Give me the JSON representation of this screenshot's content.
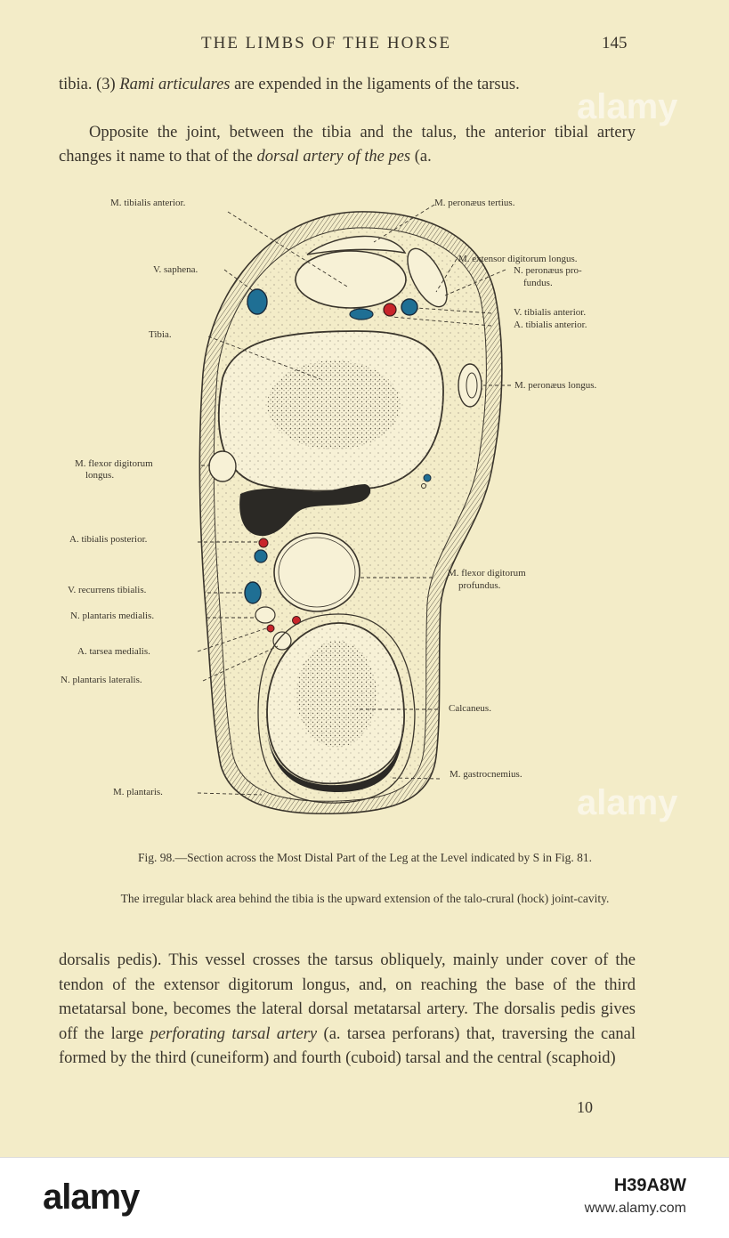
{
  "header": {
    "title": "THE LIMBS OF THE HORSE",
    "page_number": "145"
  },
  "paragraphs": {
    "p1_a": "tibia. (3) ",
    "p1_em": "Rami articulares",
    "p1_b": " are expended in the ligaments of the tarsus.",
    "p2_a": "Opposite the joint, between the tibia and the talus, the anterior tibial artery changes it name to that of the ",
    "p2_em": "dorsal artery of the pes",
    "p2_b": " (a.",
    "p3_a": "dorsalis pedis). This vessel crosses the tarsus obliquely, mainly under cover of the tendon of the extensor digitorum longus, and, on reaching the base of the third metatarsal bone, becomes the lateral dorsal metatarsal artery. The dorsalis pedis gives off the large ",
    "p3_em1": "perforating tarsal artery",
    "p3_b": " (a. tarsea perforans) that, traversing the canal formed by the third (cuneiform) and fourth (cuboid) tarsal and the central (scaphoid)"
  },
  "signature": "10",
  "figure": {
    "labels": {
      "tibialis_anterior_m": "M. tibialis anterior.",
      "peronaeus_tertius": "M. peronæus tertius.",
      "saphena": "V. saphena.",
      "ext_dig_longus": "M. extensor digitorum longus.",
      "n_peronaeus_1": "N. peronæus pro-",
      "n_peronaeus_2": "fundus.",
      "v_tib_ant": "V. tibialis anterior.",
      "a_tib_ant": "A. tibialis anterior.",
      "tibia": "Tibia.",
      "peronaeus_longus": "M. peronæus longus.",
      "flexor_longus_1": "M. flexor digitorum",
      "flexor_longus_2": "longus.",
      "a_tib_post": "A. tibialis posterior.",
      "flexor_prof_1": "M. flexor digitorum",
      "flexor_prof_2": "profundus.",
      "v_recurrens": "V. recurrens tibialis.",
      "n_plant_med": "N. plantaris medialis.",
      "a_tarsea_med": "A. tarsea medialis.",
      "n_plant_lat": "N. plantaris lateralis.",
      "calcaneus": "Calcaneus.",
      "gastrocnemius": "M. gastrocnemius.",
      "plantaris": "M. plantaris."
    },
    "caption_1a": "Fig. 98.",
    "caption_1b": "—Section across the Most Distal Part of the Leg at the Level indicated by S in Fig. 81.",
    "caption_2": "The irregular black area behind the tibia is the upward extension of the talo-crural (hock) joint-cavity.",
    "colors": {
      "artery": "#c8252b",
      "vein": "#1f6f94",
      "paper": "#f3ecc8",
      "ink": "#3a352c"
    }
  },
  "stock": {
    "logo": "alamy",
    "image_id": "H39A8W",
    "site": "www.alamy.com",
    "watermark": "alamy"
  }
}
